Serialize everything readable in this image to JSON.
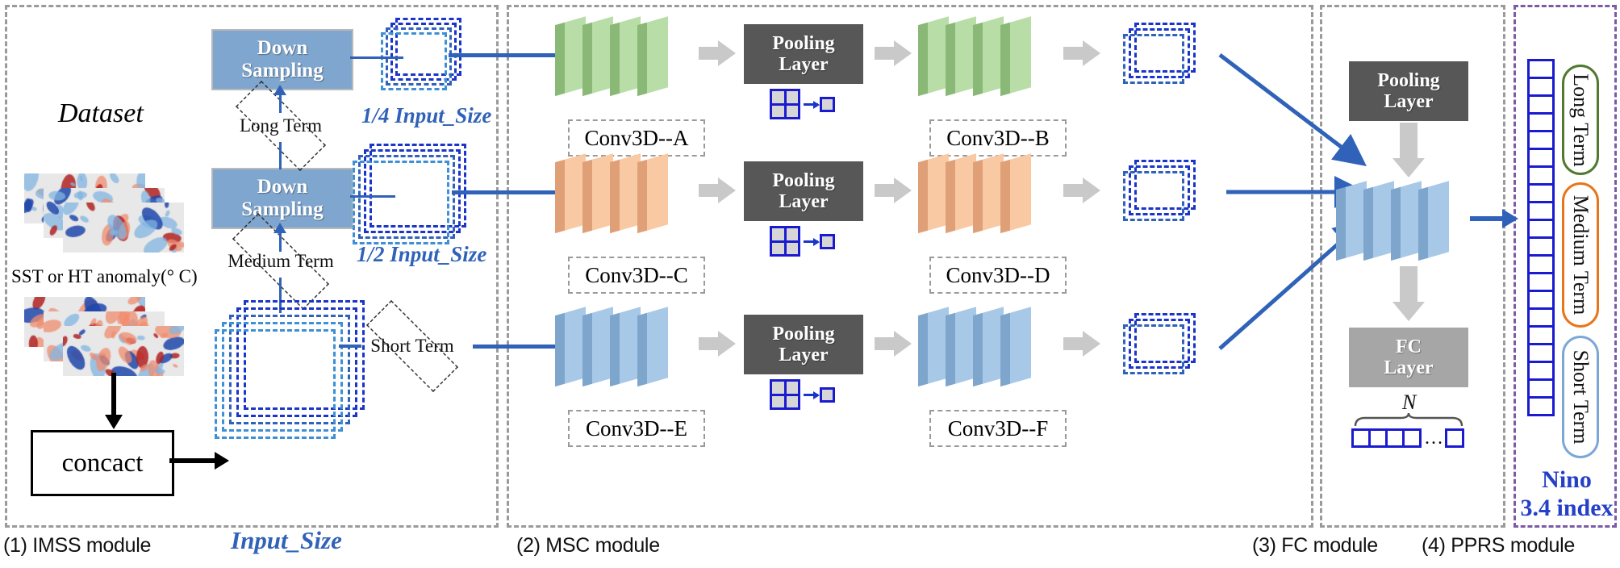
{
  "modules": [
    {
      "id": "imss",
      "label": "(1) IMSS module"
    },
    {
      "id": "msc",
      "label": "(2) MSC module"
    },
    {
      "id": "fc",
      "label": "(3) FC module"
    },
    {
      "id": "pprs",
      "label": "(4) PPRS module"
    }
  ],
  "dataset": {
    "title": "Dataset",
    "caption": "SST or HT anomaly(° C)"
  },
  "concact": {
    "label": "concact"
  },
  "downsampling": {
    "top_label": "Down Sampling",
    "bottom_label": "Down Sampling",
    "line1": "Down",
    "line2": "Sampling"
  },
  "diamonds": [
    {
      "label": "Long Term"
    },
    {
      "label": "Medium Term"
    },
    {
      "label": "Short Term"
    }
  ],
  "size_labels": [
    {
      "text": "1/4 Input_Size"
    },
    {
      "text": "1/2 Input_Size"
    },
    {
      "text": "Input_Size"
    }
  ],
  "msc_branches": [
    {
      "conv_in": "Conv3D--A",
      "conv_out": "Conv3D--B",
      "pooling": "Pooling Layer",
      "color": "#9fce87"
    },
    {
      "conv_in": "Conv3D--C",
      "conv_out": "Conv3D--D",
      "pooling": "Pooling Layer",
      "color": "#f6b183"
    },
    {
      "conv_in": "Conv3D--E",
      "conv_out": "Conv3D--F",
      "pooling": "Pooling Layer",
      "color": "#7fa6ce"
    }
  ],
  "pooling_text": {
    "line1": "Pooling",
    "line2": "Layer"
  },
  "fc_module": {
    "pooling_line1": "Pooling",
    "pooling_line2": "Layer",
    "fc_line1": "FC",
    "fc_line2": "Layer",
    "n_label": "N",
    "ellipsis": "..."
  },
  "pprs": {
    "terms": [
      {
        "label": "Long Term",
        "color": "#4f7a2f"
      },
      {
        "label": "Medium Term",
        "color": "#e8751a"
      },
      {
        "label": "Short Term",
        "color": "#7ba7d7"
      }
    ],
    "output_line1": "Nino",
    "output_line2": "3.4 index",
    "cell_count": 20
  },
  "colors": {
    "accent_blue": "#2f62b8",
    "vector_blue": "#1a1ad0",
    "dark_gray": "#575757",
    "mid_gray": "#a6a6a6",
    "ds_blue": "#7fa6ce",
    "conv_green": "#9fce87",
    "conv_orange": "#f6b183",
    "conv_blue": "#7fa6ce",
    "purple_border": "#7b5aa6"
  }
}
